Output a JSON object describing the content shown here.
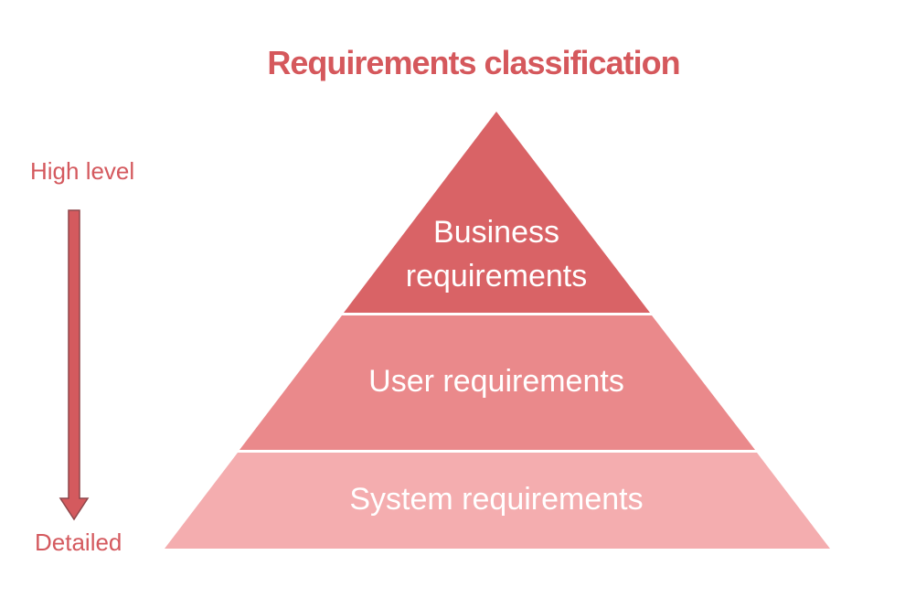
{
  "title": {
    "text": "Requirements classification",
    "color": "#d5585c"
  },
  "axis": {
    "top_label": "High level",
    "bottom_label": "Detailed",
    "label_color": "#d4595e",
    "arrow_fill": "#d45a5e",
    "arrow_stroke": "#8e474b",
    "direction": "down"
  },
  "pyramid": {
    "label_color": "#ffffff",
    "divider_color": "#ffffff",
    "tiers": [
      {
        "name": "Business requirements",
        "level": "top",
        "color": "#d96366",
        "lines": {
          "0": "Business",
          "1": "requirements"
        }
      },
      {
        "name": "User requirements",
        "level": "middle",
        "color": "#ea898b",
        "lines": {
          "0": "User requirements"
        }
      },
      {
        "name": "System requirements",
        "level": "bottom",
        "color": "#f4adaf",
        "lines": {
          "0": "System requirements"
        }
      }
    ]
  }
}
